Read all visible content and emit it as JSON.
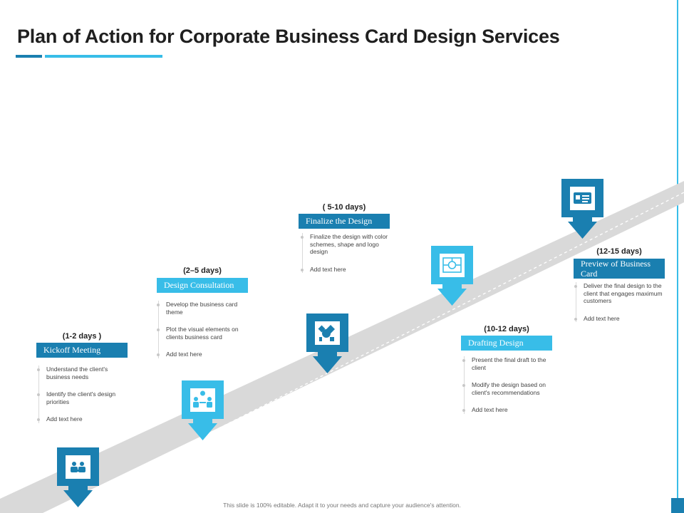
{
  "title": "Plan of Action for Corporate Business Card Design Services",
  "colors": {
    "dark": "#1a7fb0",
    "light": "#38bde8",
    "road": "#d9d9d9"
  },
  "steps": [
    {
      "days": "(1-2 days )",
      "label": "Kickoff Meeting",
      "icon": "meeting-icon",
      "bullets": [
        "Understand the client's business needs",
        "Identify the client's design priorities",
        "Add text here"
      ]
    },
    {
      "days": "(2–5 days)",
      "label": "Design Consultation",
      "icon": "consultation-icon",
      "bullets": [
        "Develop the business card theme",
        "Plot the visual elements on clients business card",
        "Add text here"
      ]
    },
    {
      "days": "( 5-10 days)",
      "label": "Finalize the Design",
      "icon": "design-tools-icon",
      "bullets": [
        "Finalize the design with color schemes, shape and logo design",
        "Add text here"
      ]
    },
    {
      "days": "(10-12 days)",
      "label": "Drafting Design",
      "icon": "drafting-icon",
      "bullets": [
        "Present the final draft to the client",
        "Modify the design based on client's recommendations",
        "Add text here"
      ]
    },
    {
      "days": "(12-15 days)",
      "label": "Preview of Business Card",
      "icon": "business-card-icon",
      "bullets": [
        "Deliver the final design to the client that engages maximum customers",
        "Add text here"
      ]
    }
  ],
  "footer": "This slide is 100% editable. Adapt it to your needs and capture your audience's attention."
}
